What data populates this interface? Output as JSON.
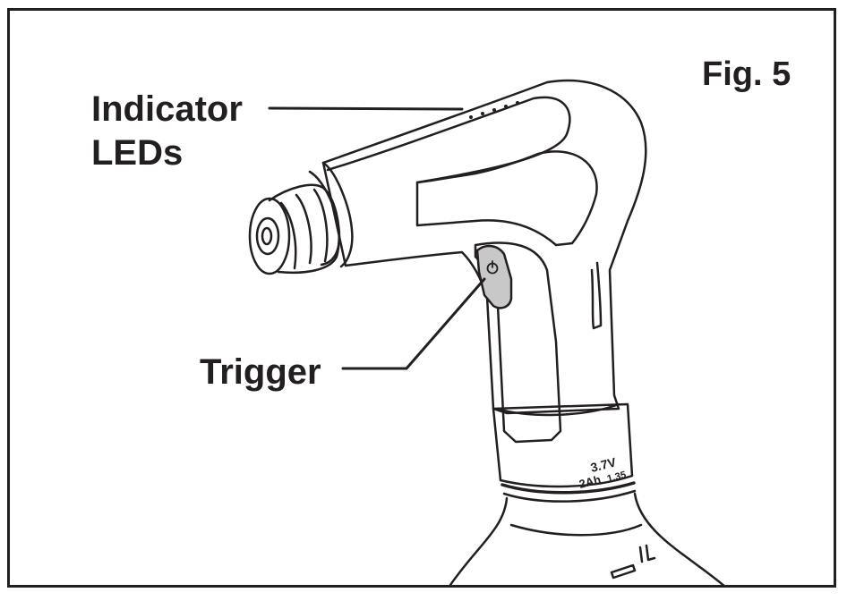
{
  "figure": {
    "number_label": "Fig. 5",
    "callouts": {
      "indicator_leds_line1": "Indicator",
      "indicator_leds_line2": "LEDs",
      "trigger": "Trigger"
    },
    "battery_markings": {
      "voltage": "3.7V",
      "capacity": "2Ah",
      "energy": "1.35"
    },
    "colors": {
      "outline": "#231f20",
      "trigger_fill": "#c8c8c8",
      "background": "#ffffff"
    }
  }
}
